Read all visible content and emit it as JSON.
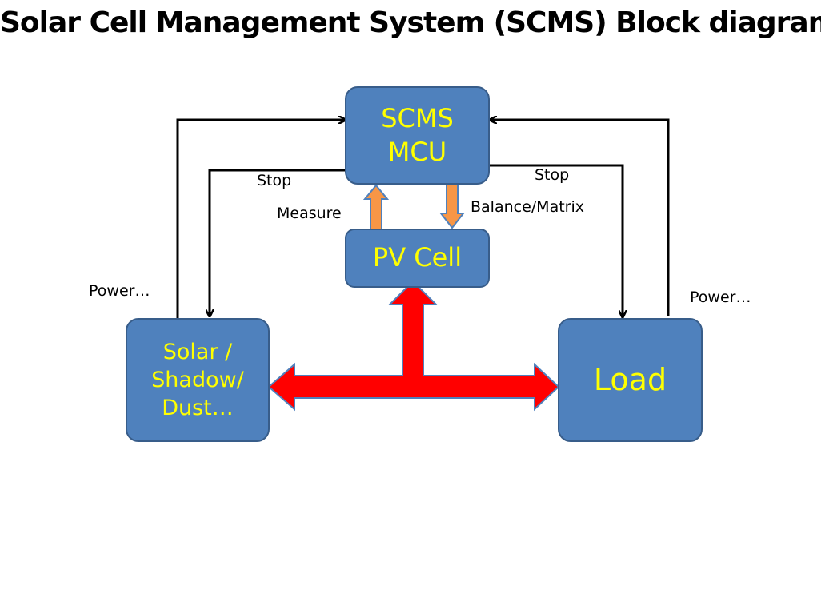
{
  "title": "Solar Cell Management System (SCMS) Block diagram",
  "blocks": {
    "mcu": {
      "line1": "SCMS",
      "line2": "MCU"
    },
    "pv": "PV Cell",
    "solar": {
      "line1": "Solar /",
      "line2": "Shadow/",
      "line3": "Dust…"
    },
    "load": "Load"
  },
  "labels": {
    "stop_left": "Stop",
    "stop_right": "Stop",
    "measure": "Measure",
    "balance": "Balance/Matrix",
    "power_left": "Power…",
    "power_right": "Power…"
  },
  "colors": {
    "block_fill": "#4f81bd",
    "block_text": "#ffff00",
    "power_arrow": "#ff0000",
    "signal_arrow": "#f79646"
  }
}
